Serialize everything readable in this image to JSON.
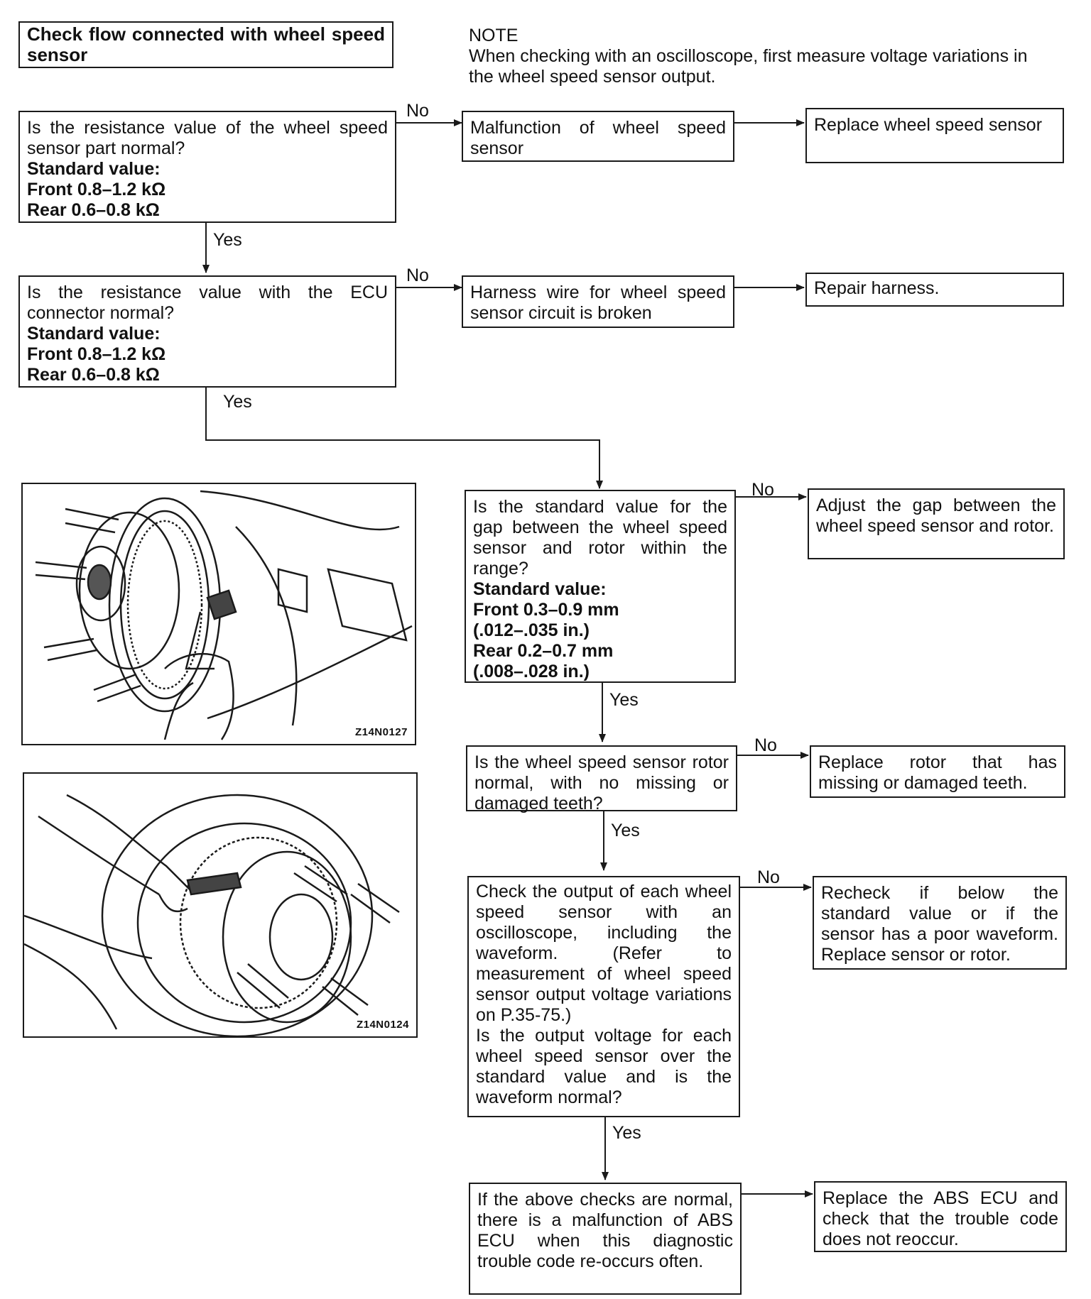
{
  "header": {
    "title": "Check flow connected with wheel speed sensor",
    "note_heading": "NOTE",
    "note_text": "When checking with an oscilloscope, first measure voltage variations in the wheel speed sensor output."
  },
  "labels": {
    "yes": "Yes",
    "no": "No"
  },
  "steps": [
    {
      "question": "Is the resistance value of the wheel speed sensor part normal?",
      "standard_heading": "Standard value:",
      "standard_lines": [
        "Front 0.8–1.2 kΩ",
        "Rear 0.6–0.8 kΩ"
      ],
      "cause": "Malfunction of wheel speed sensor",
      "action": "Replace wheel speed sensor"
    },
    {
      "question": "Is the resistance value with the ECU connector normal?",
      "standard_heading": "Standard value:",
      "standard_lines": [
        "Front 0.8–1.2 kΩ",
        "Rear 0.6–0.8 kΩ"
      ],
      "cause": "Harness wire for wheel speed sensor circuit is broken",
      "action": "Repair harness."
    },
    {
      "question": "Is the standard value for the gap between the wheel speed sensor and rotor within the range?",
      "standard_heading": "Standard value:",
      "standard_lines": [
        "Front 0.3–0.9 mm",
        "(.012–.035 in.)",
        "Rear 0.2–0.7 mm",
        "(.008–.028 in.)"
      ],
      "action": "Adjust the gap between the wheel speed sensor and rotor."
    },
    {
      "question": "Is the wheel speed sensor rotor normal, with no missing or damaged teeth?",
      "action": "Replace rotor that has missing or damaged teeth."
    },
    {
      "question": "Check the output of each wheel speed sensor with an oscilloscope, including the waveform. (Refer to measurement of wheel speed sensor output voltage variations on P.35-75.)",
      "question2": "Is the output voltage for each wheel speed sensor over the standard value and is the waveform normal?",
      "action": "Recheck if below the standard value or if the sensor has a poor waveform. Replace sensor or rotor."
    },
    {
      "question": "If the above checks are normal, there is a malfunction of ABS ECU when this diagnostic trouble code re-occurs often.",
      "action": "Replace the ABS ECU and check that the trouble code does not reoccur."
    }
  ],
  "figures": [
    {
      "code": "Z14N0127"
    },
    {
      "code": "Z14N0124"
    }
  ]
}
